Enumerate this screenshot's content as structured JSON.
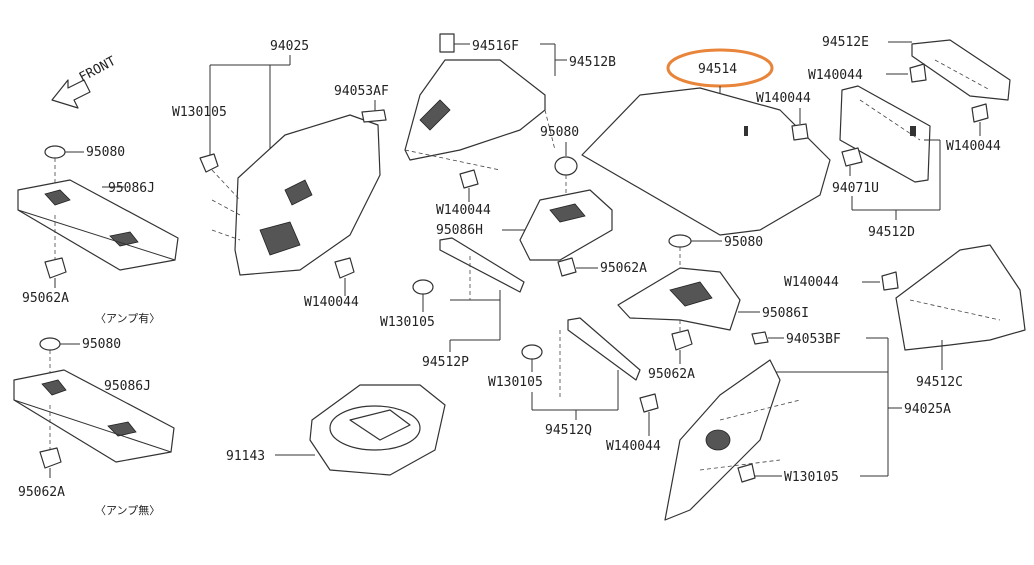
{
  "front_label": "FRONT",
  "highlight_color": "#E8853A",
  "parts": {
    "p94025": "94025",
    "p94025A": "94025A",
    "p94053AF": "94053AF",
    "p94053BF": "94053BF",
    "p94516F": "94516F",
    "p94512B": "94512B",
    "p94514": "94514",
    "p94512E": "94512E",
    "p94512D": "94512D",
    "p94512C": "94512C",
    "p94512P": "94512P",
    "p94512Q": "94512Q",
    "p94071U": "94071U",
    "p95080_a": "95080",
    "p95080_b": "95080",
    "p95080_c": "95080",
    "p95080_d": "95080",
    "p95086J_a": "95086J",
    "p95086J_b": "95086J",
    "p95086H": "95086H",
    "p95086I": "95086I",
    "p95062A_a": "95062A",
    "p95062A_b": "95062A",
    "p95062A_c": "95062A",
    "p95062A_d": "95062A",
    "p91143": "91143",
    "w130105_a": "W130105",
    "w130105_b": "W130105",
    "w130105_c": "W130105",
    "w130105_d": "W130105",
    "w140044_a": "W140044",
    "w140044_b": "W140044",
    "w140044_c": "W140044",
    "w140044_d": "W140044",
    "w140044_e": "W140044",
    "w140044_f": "W140044",
    "w140044_g": "W140044"
  },
  "notes": {
    "amp_yes": "〈アンプ有〉",
    "amp_no": "〈アンプ無〉"
  }
}
